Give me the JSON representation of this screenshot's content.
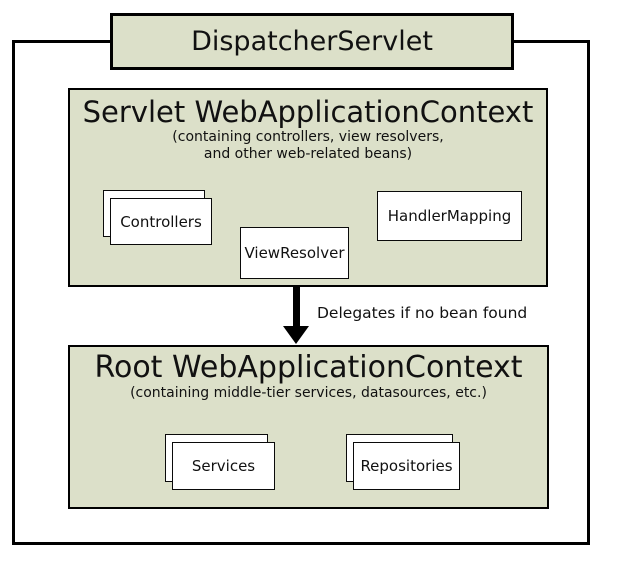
{
  "diagram": {
    "dispatcher": {
      "label": "DispatcherServlet"
    },
    "servlet_context": {
      "title": "Servlet WebApplicationContext",
      "caption_line1": "(containing controllers, view resolvers,",
      "caption_line2": "and other web-related beans)",
      "beans": {
        "controllers": "Controllers",
        "view_resolver": "ViewResolver",
        "handler_mapping": "HandlerMapping"
      }
    },
    "arrow": {
      "label": "Delegates if no bean found"
    },
    "root_context": {
      "title": "Root WebApplicationContext",
      "caption": "(containing middle-tier services, datasources, etc.)",
      "beans": {
        "services": "Services",
        "repositories": "Repositories"
      }
    },
    "colors": {
      "context_fill": "#dce0c9",
      "border": "#000000",
      "background": "#ffffff"
    }
  }
}
